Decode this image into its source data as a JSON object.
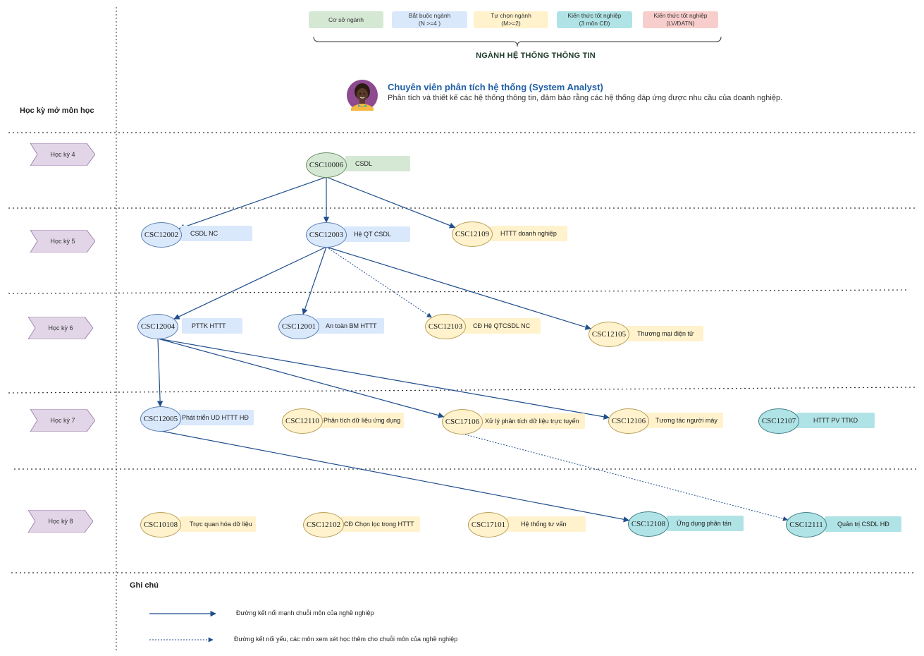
{
  "legend": [
    {
      "label": "Cơ sở ngành",
      "color": "#d5e8d4"
    },
    {
      "label": "Bắt buộc ngành\n(N >=4 )",
      "color": "#dae8fc"
    },
    {
      "label": "Tự chọn ngành\n(M>=2)",
      "color": "#fff2cc"
    },
    {
      "label": "Kiến thức tốt nghiệp\n(3 môn CĐ)",
      "color": "#b0e3e6"
    },
    {
      "label": "Kiến thức  tốt nghiệp\n(LV/ĐATN)",
      "color": "#f8cecc"
    }
  ],
  "program_title": "NGÀNH HỆ THỐNG THÔNG TIN",
  "semester_header": "Học kỳ mở môn học",
  "career": {
    "title": "Chuyên viên phân tích hệ thống (System Analyst)",
    "description": "Phân tích và thiết kế các hệ thống thông tin, đảm bảo rằng các hệ thống đáp ứng được nhu cầu của doanh nghiệp."
  },
  "semesters": [
    "Học kỳ 4",
    "Học kỳ 5",
    "Học kỳ 6",
    "Học kỳ 7",
    "Học kỳ 8"
  ],
  "courses": [
    {
      "code": "CSC10006",
      "name": "CSDL",
      "category": "co_so"
    },
    {
      "code": "CSC12002",
      "name": "CSDL NC",
      "category": "bat_buoc"
    },
    {
      "code": "CSC12003",
      "name": "Hệ QT CSDL",
      "category": "bat_buoc"
    },
    {
      "code": "CSC12109",
      "name": "HTTT doanh nghiệp",
      "category": "tu_chon"
    },
    {
      "code": "CSC12004",
      "name": "PTTK HTTT",
      "category": "bat_buoc"
    },
    {
      "code": "CSC12001",
      "name": "An toàn BM HTTT",
      "category": "bat_buoc"
    },
    {
      "code": "CSC12103",
      "name": "CĐ Hệ QTCSDL NC",
      "category": "tu_chon"
    },
    {
      "code": "CSC12105",
      "name": "Thương mại điện tử",
      "category": "tu_chon"
    },
    {
      "code": "CSC12005",
      "name": "Phát triển UD HTTT HĐ",
      "category": "bat_buoc"
    },
    {
      "code": "CSC12110",
      "name": "Phân tích dữ liệu ứng dụng",
      "category": "tu_chon"
    },
    {
      "code": "CSC17106",
      "name": "Xử lý phân tích dữ liệu trực tuyến",
      "category": "tu_chon"
    },
    {
      "code": "CSC12106",
      "name": "Tương tác người máy",
      "category": "tu_chon"
    },
    {
      "code": "CSC12107",
      "name": "HTTT PV TTKD",
      "category": "tot_nghiep"
    },
    {
      "code": "CSC10108",
      "name": "Trực quan hóa dữ liệu",
      "category": "tu_chon"
    },
    {
      "code": "CSC12102",
      "name": "CĐ Chọn lọc trong HTTT",
      "category": "tu_chon"
    },
    {
      "code": "CSC17101",
      "name": "Hệ thống tư vấn",
      "category": "tu_chon"
    },
    {
      "code": "CSC12108",
      "name": "Ứng dụng phân tán",
      "category": "tot_nghiep"
    },
    {
      "code": "CSC12111",
      "name": "Quản trị CSDL HĐ",
      "category": "tot_nghiep"
    }
  ],
  "category_colors": {
    "co_so": {
      "fill": "#d5e8d4",
      "label": "#d5e8d4"
    },
    "bat_buoc": {
      "fill": "#dae8fc",
      "label": "#dae8fc"
    },
    "tu_chon": {
      "fill": "#fff2cc",
      "label": "#fff2cc"
    },
    "tot_nghiep": {
      "fill": "#b0e3e6",
      "label": "#b0e3e6"
    }
  },
  "links": [
    {
      "from": "CSC10006",
      "to": "CSC12002",
      "style": "strong"
    },
    {
      "from": "CSC10006",
      "to": "CSC12003",
      "style": "strong"
    },
    {
      "from": "CSC10006",
      "to": "CSC12109",
      "style": "strong"
    },
    {
      "from": "CSC12003",
      "to": "CSC12004",
      "style": "strong"
    },
    {
      "from": "CSC12003",
      "to": "CSC12001",
      "style": "strong"
    },
    {
      "from": "CSC12003",
      "to": "CSC12103",
      "style": "weak"
    },
    {
      "from": "CSC12003",
      "to": "CSC12105",
      "style": "strong"
    },
    {
      "from": "CSC12004",
      "to": "CSC12005",
      "style": "strong"
    },
    {
      "from": "CSC12004",
      "to": "CSC17106",
      "style": "strong"
    },
    {
      "from": "CSC12004",
      "to": "CSC12106",
      "style": "strong"
    },
    {
      "from": "CSC12005",
      "to": "CSC12108",
      "style": "strong"
    },
    {
      "from": "CSC17106",
      "to": "CSC12111",
      "style": "weak"
    }
  ],
  "notes": {
    "title": "Ghi chú",
    "strong": "Đường kết nối mạnh chuỗi môn của nghề nghiệp",
    "weak": "Đường kết nối yếu, các môn xem xét học thêm cho chuỗi môn của nghề nghiệp"
  },
  "line_color": "#1f4e8c",
  "semester_tag_color": "#e1d5e7",
  "avatar": {
    "icon": "person-avatar-icon",
    "bg": "#8e4a8e",
    "skin": "#5a3a2a"
  }
}
